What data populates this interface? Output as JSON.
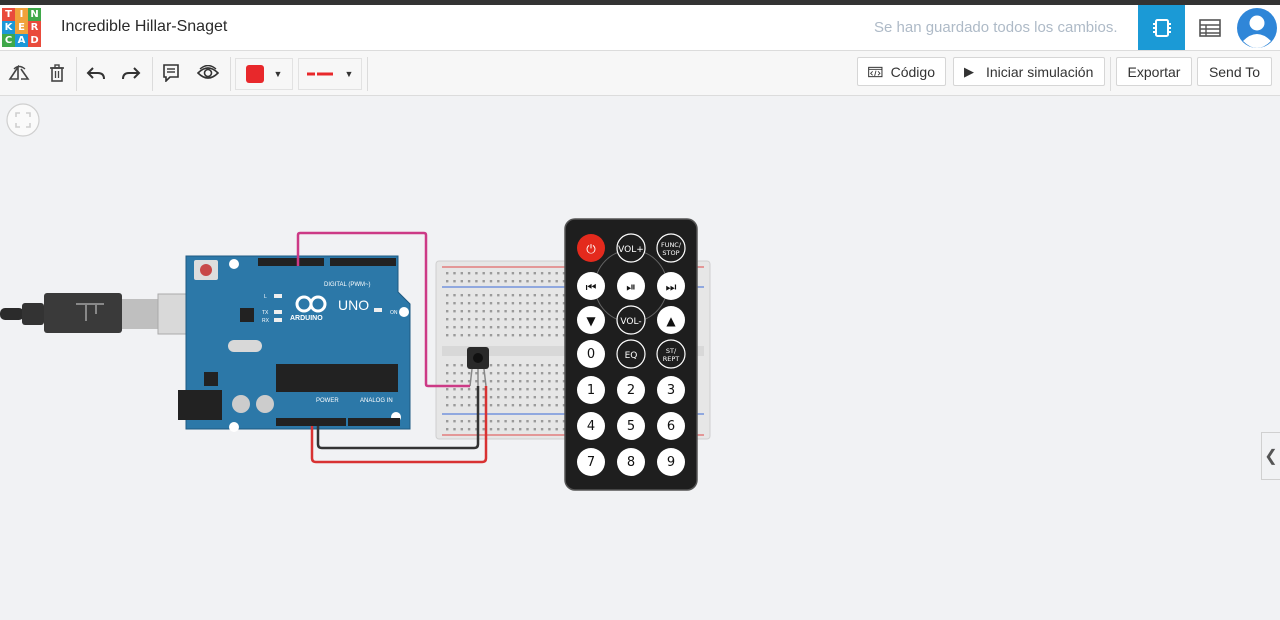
{
  "header": {
    "logo_letters": [
      "T",
      "I",
      "N",
      "K",
      "E",
      "R",
      "C",
      "A",
      "D"
    ],
    "logo_colors": [
      "#e94b3c",
      "#f0a23a",
      "#3fa84a",
      "#1c98d8",
      "#f0a23a",
      "#e94b3c",
      "#3fa84a",
      "#1c98d8",
      "#e94b3c"
    ],
    "project_title": "Incredible Hillar-Snaget",
    "save_status": "Se han guardado todos los cambios.",
    "accent": "#1b9ad6"
  },
  "toolbar": {
    "icons": [
      "rotate-icon",
      "trash-icon",
      "undo-icon",
      "redo-icon",
      "notes-icon",
      "visibility-icon"
    ],
    "wire_color": "#e8282b",
    "code_label": "Código",
    "simulate_label": "Iniciar simulación",
    "export_label": "Exportar",
    "send_label": "Send To"
  },
  "circuit": {
    "arduino": {
      "model_label": "UNO",
      "brand_label": "ARDUINO",
      "digital_label": "DIGITAL (PWM~)",
      "power_label": "POWER",
      "analog_label": "ANALOG IN",
      "on_label": "ON",
      "tx_label": "TX",
      "rx_label": "RX",
      "l_label": "L"
    },
    "remote": {
      "rows": [
        [
          "power",
          "VOL+",
          "FUNC/\nSTOP"
        ],
        [
          "prev",
          "play",
          "next"
        ],
        [
          "down",
          "VOL-",
          "up"
        ],
        [
          "0",
          "EQ",
          "ST/\nREPT"
        ],
        [
          "1",
          "2",
          "3"
        ],
        [
          "4",
          "5",
          "6"
        ],
        [
          "7",
          "8",
          "9"
        ]
      ]
    }
  }
}
